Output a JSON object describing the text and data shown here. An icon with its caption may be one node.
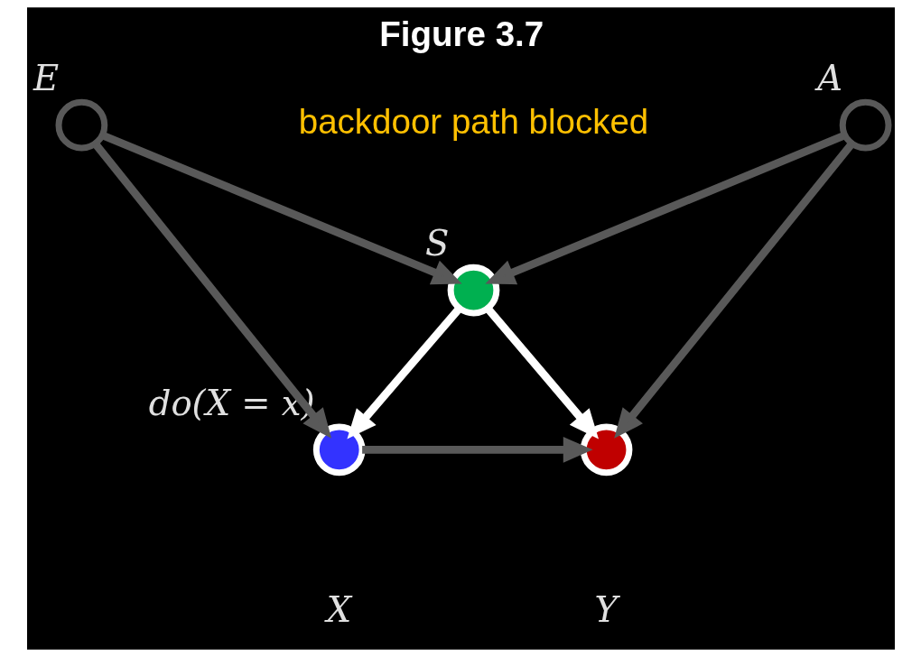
{
  "diagram": {
    "title": "Figure 3.7",
    "nodes": [
      {
        "text": [],
        "shape": "circle",
        "beside": [
          "E"
        ]
      },
      {
        "text": [],
        "shape": "circle",
        "beside": [
          "A"
        ]
      },
      {
        "text": [],
        "shape": "circle",
        "beside": [
          "S"
        ]
      },
      {
        "text": [],
        "shape": "circle",
        "beside": [
          "do(X = x)",
          "X"
        ]
      },
      {
        "text": [],
        "shape": "circle",
        "beside": [
          "Y"
        ]
      }
    ],
    "edges": [
      {
        "from": 0,
        "to": 2,
        "arrow": "to"
      },
      {
        "from": 1,
        "to": 2,
        "arrow": "to"
      },
      {
        "from": 0,
        "to": 3,
        "arrow": "to"
      },
      {
        "from": 1,
        "to": 4,
        "arrow": "to"
      },
      {
        "from": 2,
        "to": 3,
        "arrow": "to",
        "color": "#ffffff"
      },
      {
        "from": 2,
        "to": 4,
        "arrow": "to",
        "color": "#ffffff"
      },
      {
        "from": 3,
        "to": 4,
        "arrow": "to"
      }
    ],
    "labels": [
      "backdoor path blocked"
    ]
  }
}
